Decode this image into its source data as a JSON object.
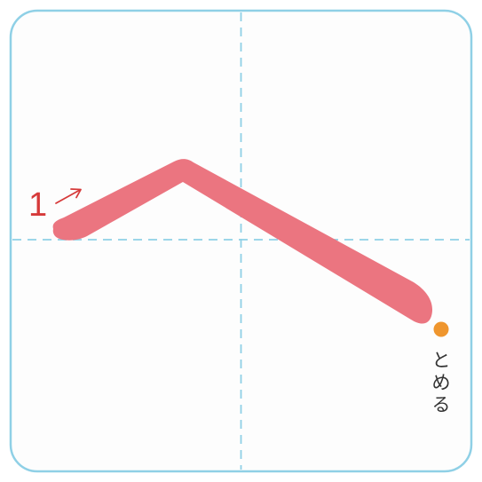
{
  "practice_card": {
    "stroke_number": "1",
    "stroke_end_label": "とめる"
  },
  "colors": {
    "frame_border": "#8fd0e6",
    "guide_lines": "#8fd0e6",
    "stroke_fill": "#eb7580",
    "stroke_number": "#d63a3a",
    "end_marker": "#ef962e",
    "label_text": "#333333"
  },
  "icons": {
    "direction": "arrow-icon",
    "end_point": "orange-dot-marker"
  }
}
